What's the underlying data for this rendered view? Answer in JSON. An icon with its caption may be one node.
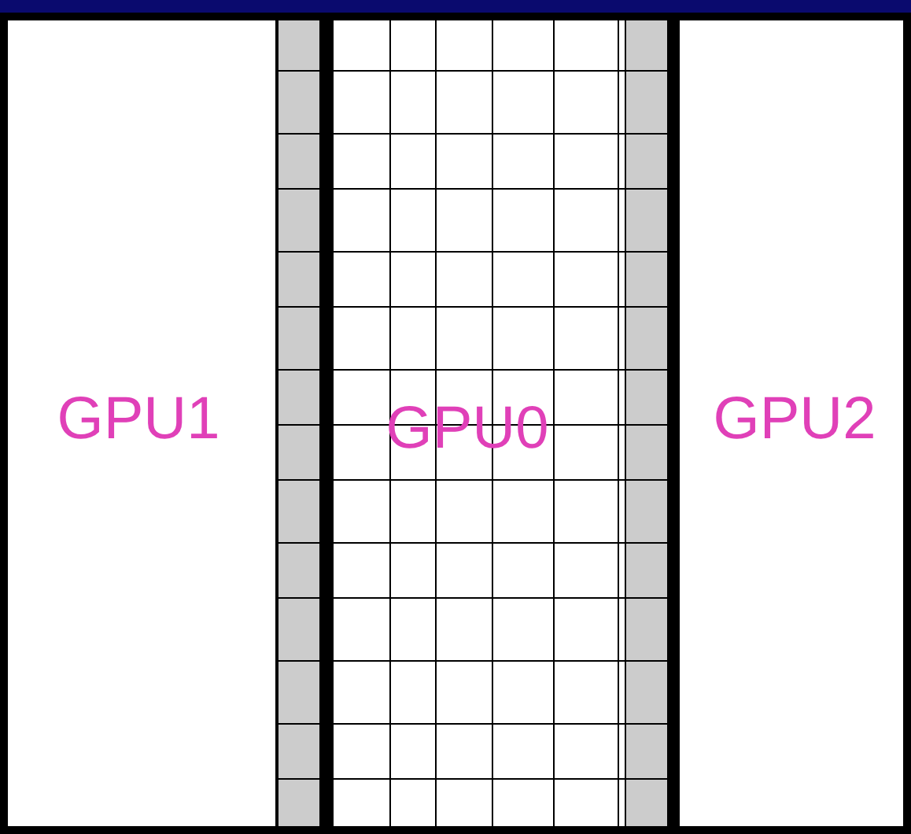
{
  "diagram": {
    "nodes": [
      {
        "text": [
          "GPU1"
        ]
      },
      {
        "text": [
          "GPU0"
        ]
      },
      {
        "text": [
          "GPU2"
        ]
      }
    ]
  }
}
